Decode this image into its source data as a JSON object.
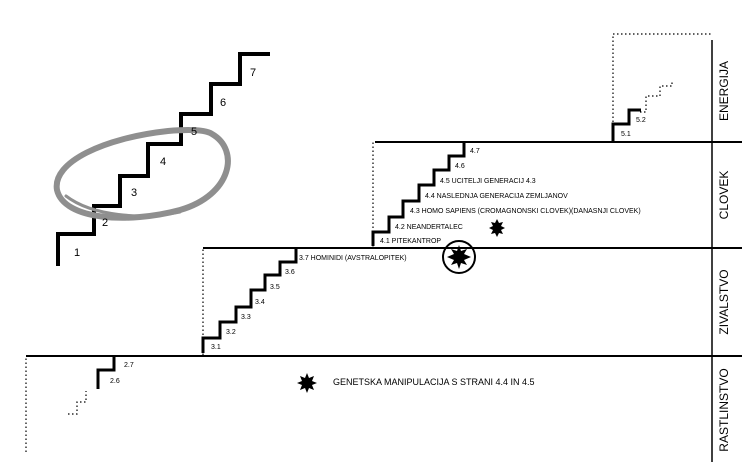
{
  "bands": [
    "ENERGIJA",
    "CLOVEK",
    "ZIVALSTVO",
    "RASTLINSTVO"
  ],
  "small_stair_numbers": [
    "1",
    "2",
    "3",
    "4",
    "5",
    "6",
    "7"
  ],
  "plants": {
    "s26": "2.6",
    "s27": "2.7"
  },
  "animals": {
    "s31": "3.1",
    "s32": "3.2",
    "s33": "3.3",
    "s34": "3.4",
    "s35": "3.5",
    "s36": "3.6",
    "s37": "3.7 HOMINIDI (AVSTRALOPITEK)"
  },
  "humans": {
    "s41": "4.1 PITEKANTROP",
    "s42": "4.2 NEANDERTALEC",
    "s43": "4.3 HOMO SAPIENS (CROMAGNONSKI CLOVEK)(DANASNJI CLOVEK)",
    "s44": "4.4 NASLEDNJA GENERACIJA ZEMLJANOV",
    "s45": "4.5 UCITELJI GENERACIJ 4.3",
    "s46": "4.6",
    "s47": "4.7"
  },
  "energy": {
    "s51": "5.1",
    "s52": "5.2"
  },
  "note": "GENETSKA MANIPULACIJA S STRANI 4.4 IN 4.5"
}
